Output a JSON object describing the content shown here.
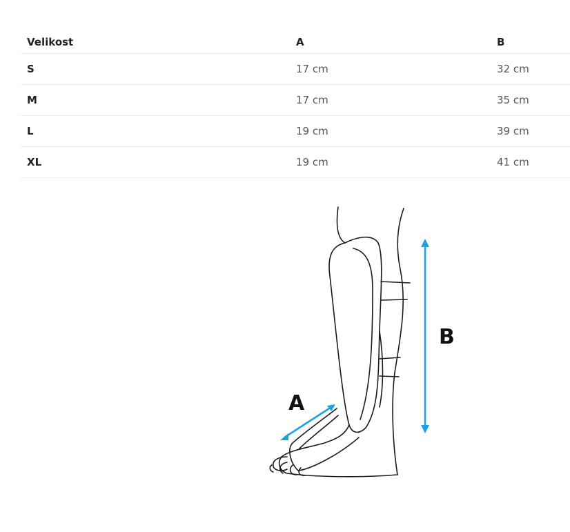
{
  "size_table": {
    "headers": [
      "Velikost",
      "A",
      "B"
    ],
    "rows": [
      {
        "size": "S",
        "a": "17 cm",
        "b": "32 cm"
      },
      {
        "size": "M",
        "a": "17 cm",
        "b": "35 cm"
      },
      {
        "size": "L",
        "a": "19 cm",
        "b": "39 cm"
      },
      {
        "size": "XL",
        "a": "19 cm",
        "b": "41 cm"
      }
    ]
  },
  "diagram": {
    "label_a": "A",
    "label_b": "B",
    "arrow_color": "#1aa3e0",
    "line_color": "#1a1a1a"
  }
}
